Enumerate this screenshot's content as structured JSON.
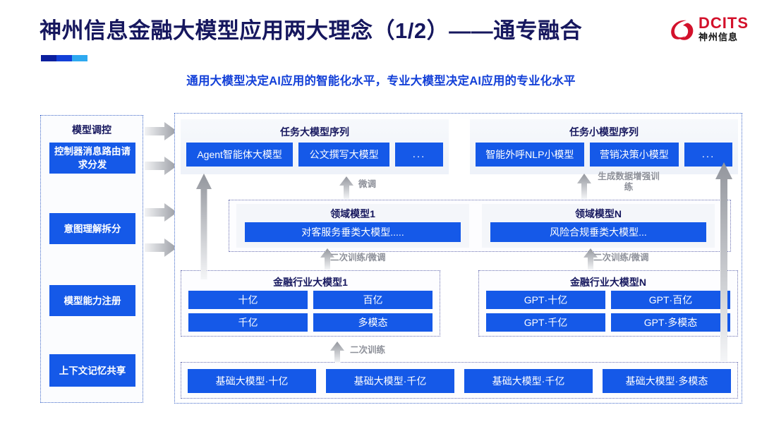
{
  "header": {
    "title": "神州信息金融大模型应用两大理念（1/2）——通专融合",
    "subtitle": "通用大模型决定AI应用的智能化水平，专业大模型决定AI应用的专业化水平",
    "logo": {
      "brand": "DCITS",
      "brand_cn": "神州信息",
      "mark": "dcits-swirl-icon"
    },
    "accent_colors": [
      "#0b1f9e",
      "#1340d8",
      "#2ea9f0"
    ],
    "title_color": "#16175e",
    "brand_red": "#d3112b"
  },
  "diagram": {
    "sidebar": {
      "title": "模型调控",
      "items": [
        "控制器消息路由请求分发",
        "意图理解拆分",
        "模型能力注册",
        "上下文记忆共享"
      ]
    },
    "flow_arrows_right": [
      "arrow-right-1",
      "arrow-right-2",
      "arrow-right-3",
      "arrow-right-4"
    ],
    "task_sequences": [
      {
        "title": "任务大模型序列",
        "chips": [
          "Agent智能体大模型",
          "公文撰写大模型",
          "..."
        ]
      },
      {
        "title": "任务小模型序列",
        "chips": [
          "智能外呼NLP小模型",
          "营销决策小模型",
          "..."
        ]
      }
    ],
    "domain_models": [
      {
        "title": "领域模型1",
        "chip": "对客服务垂类大模型....."
      },
      {
        "title": "领域模型N",
        "chip": "风险合规垂类大模型..."
      }
    ],
    "industry_models": [
      {
        "title": "金融行业大模型1",
        "chips": [
          "十亿",
          "百亿",
          "千亿",
          "多模态"
        ]
      },
      {
        "title": "金融行业大模型N",
        "chips": [
          "GPT·十亿",
          "GPT·百亿",
          "GPT·千亿",
          "GPT·多模态"
        ]
      }
    ],
    "base_models": [
      "基础大模型·十亿",
      "基础大模型·千亿",
      "基础大模型·千亿",
      "基础大模型·多模态"
    ],
    "arrow_labels": {
      "fine_tune": "微调",
      "data_augment": "生成数据增强训练",
      "retrain_finetune_left": "二次训练/微调",
      "retrain_finetune_right": "二次训练/微调",
      "retrain": "二次训练"
    },
    "chip_color": "#1559e8",
    "band_border_color": "#6a6fb0",
    "panel_border_color": "#4169c9",
    "arrow_color": "#b9bcc3"
  }
}
